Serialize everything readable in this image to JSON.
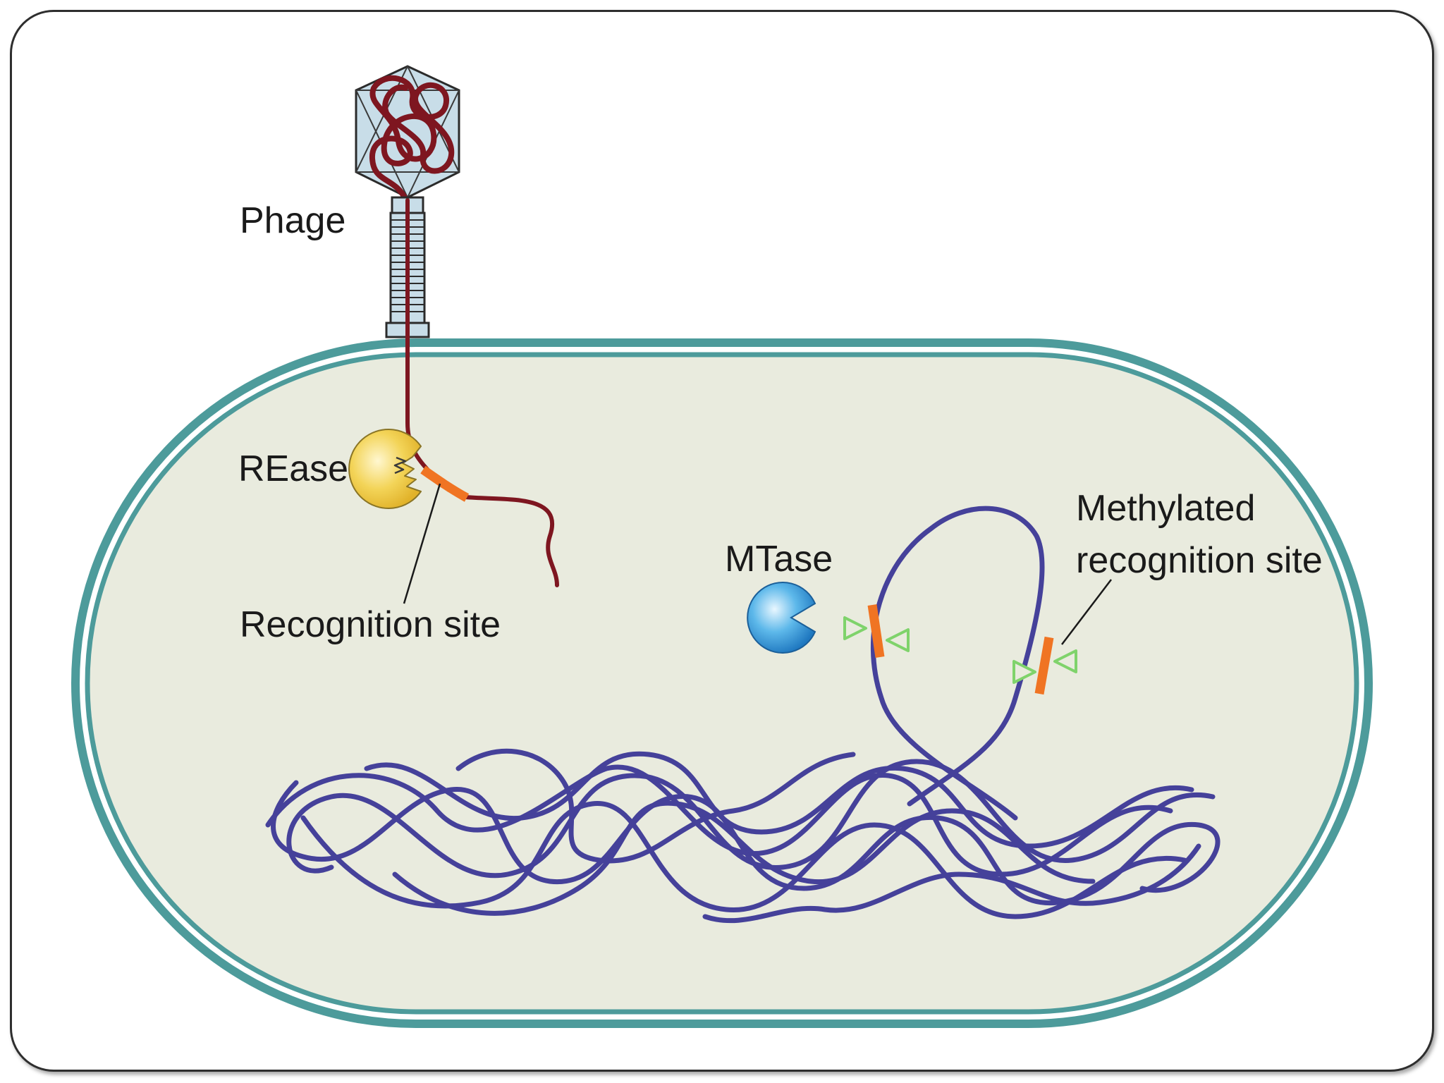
{
  "labels": {
    "phage": "Phage",
    "rease": "REase",
    "recognition_site": "Recognition site",
    "mtase": "MTase",
    "methylated_line1": "Methylated",
    "methylated_line2": "recognition site"
  },
  "colors": {
    "cell_wall": "#4d9b9b",
    "cytoplasm": "#e9ebde",
    "phage_dna": "#7e1620",
    "host_dna": "#45419a",
    "recognition_site": "#f07423",
    "rease_enzyme": "#f1d050",
    "mtase_enzyme": "#3a9fdd",
    "methyl_marker": "#7fd36b",
    "capsid": "#c8dde8"
  },
  "icons": {
    "phage": "bacteriophage-icon",
    "rease": "restriction-enzyme-pacman-icon",
    "mtase": "methyltransferase-pacman-icon"
  }
}
